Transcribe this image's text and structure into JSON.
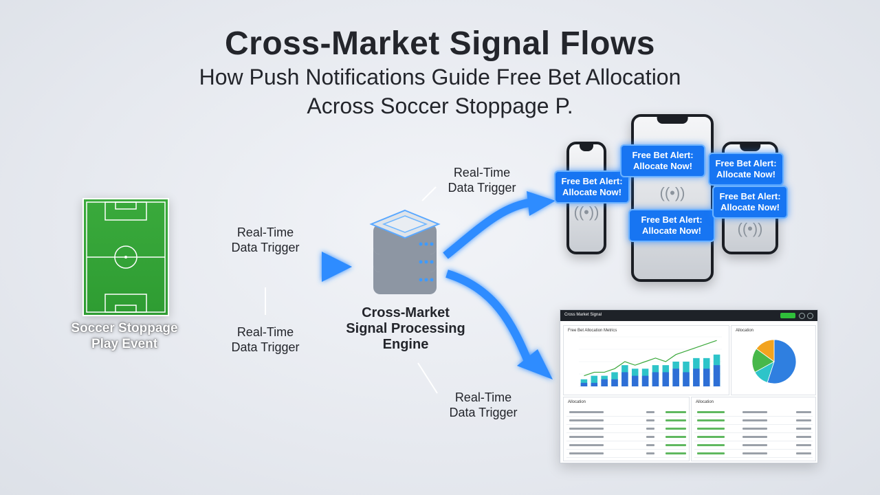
{
  "title": "Cross-Market Signal Flows",
  "subtitle_line1": "How Push Notifications Guide Free Bet Allocation",
  "subtitle_line2": "Across Soccer Stoppage P.",
  "labels": {
    "trigger": "Real-Time Data Trigger",
    "trigger_l1": "Real-Time",
    "trigger_l2": "Data Trigger"
  },
  "nodes": {
    "event_l1": "Soccer Stoppage",
    "event_l2": "Play Event",
    "engine_l1": "Cross-Market",
    "engine_l2": "Signal Processing",
    "engine_l3": "Engine"
  },
  "alert": {
    "l1": "Free Bet Alert:",
    "l2": "Allocate Now!"
  },
  "colors": {
    "arrow": "#2d8cff",
    "alert": "#1775f2",
    "pitch": "#33a337",
    "bar_dark": "#2e6fd6",
    "bar_light": "#2ec4c9",
    "line": "#3aa83a"
  },
  "dashboard": {
    "header": "Cross Market Signal",
    "chart_title": "Free Bet Allocation Metrics",
    "pie_title": "Allocation",
    "table1_title": "Allocation",
    "table2_title": "Allocation"
  },
  "chart_data": {
    "type": "bar",
    "title": "Free Bet Allocation Metrics",
    "series": [
      {
        "values": [
          2,
          3,
          3,
          4,
          6,
          5,
          5,
          6,
          6,
          7,
          7,
          8,
          8,
          9
        ]
      },
      {
        "values": [
          1,
          1,
          2,
          2,
          4,
          3,
          3,
          4,
          4,
          5,
          4,
          5,
          5,
          6
        ]
      }
    ],
    "line": [
      3,
      4,
      4,
      5,
      7,
      6,
      7,
      8,
      7,
      9,
      10,
      11,
      12,
      13
    ],
    "ylim": [
      0,
      14
    ]
  },
  "pie_data": {
    "type": "pie",
    "values": [
      55,
      12,
      18,
      15
    ],
    "colors": [
      "#2f7fe0",
      "#2ec4c9",
      "#47b84a",
      "#f2a31f"
    ]
  }
}
